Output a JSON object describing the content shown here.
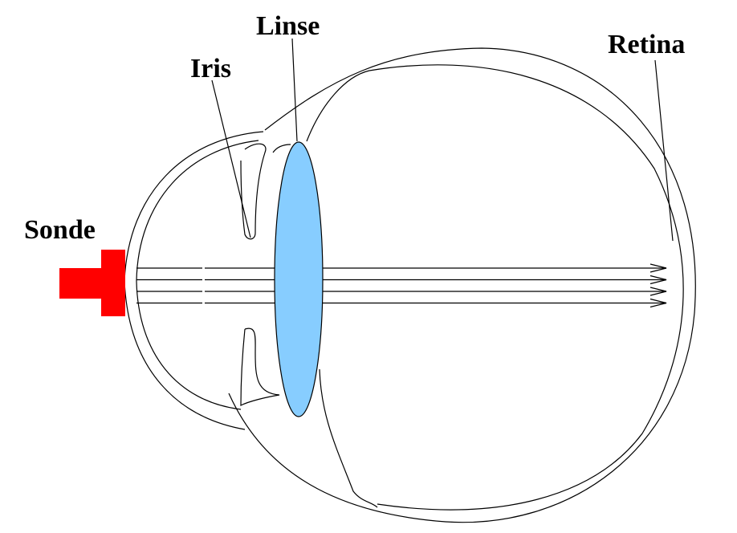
{
  "labels": {
    "linse": "Linse",
    "iris": "Iris",
    "retina": "Retina",
    "sonde": "Sonde"
  },
  "colors": {
    "probe": "#ff0000",
    "lens": "#87cdff",
    "outline": "#000000",
    "background": "#ffffff"
  },
  "parts": [
    "cornea",
    "iris",
    "lens",
    "retina",
    "sclera",
    "probe",
    "beams"
  ],
  "beam_count": 4
}
